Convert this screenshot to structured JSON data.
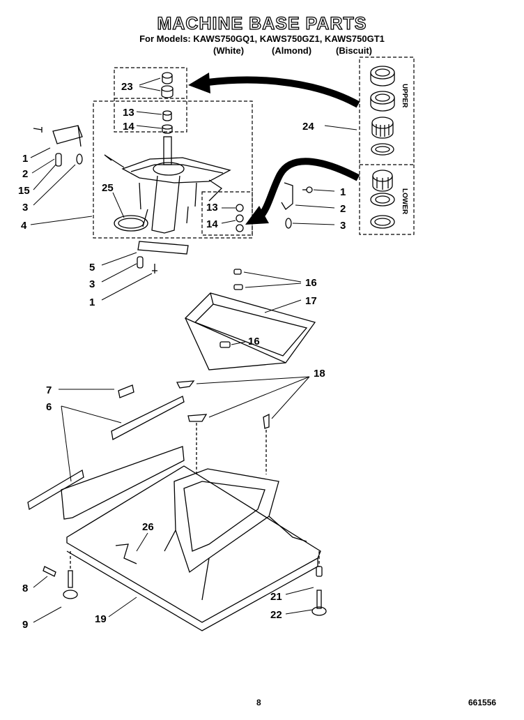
{
  "header": {
    "title": "MACHINE BASE PARTS",
    "models": "For Models: KAWS750GQ1, KAWS750GZ1, KAWS750GT1",
    "variants": [
      "(White)",
      "(Almond)",
      "(Biscuit)"
    ]
  },
  "seal_labels": {
    "upper": "UPPER",
    "lower": "LOWER"
  },
  "callouts": {
    "c23": "23",
    "c13a": "13",
    "c14a": "14",
    "c24": "24",
    "c1a": "1",
    "c2a": "2",
    "c15": "15",
    "c3a": "3",
    "c25": "25",
    "c4": "4",
    "c1b": "1",
    "c2b": "2",
    "c3b": "3",
    "c13b": "13",
    "c14b": "14",
    "c5": "5",
    "c3c": "3",
    "c1c": "1",
    "c16a": "16",
    "c17": "17",
    "c16b": "16",
    "c7": "7",
    "c6": "6",
    "c18": "18",
    "c26": "26",
    "c8": "8",
    "c9": "9",
    "c19": "19",
    "c21": "21",
    "c22": "22"
  },
  "footer": {
    "page": "8",
    "doc": "661556"
  }
}
